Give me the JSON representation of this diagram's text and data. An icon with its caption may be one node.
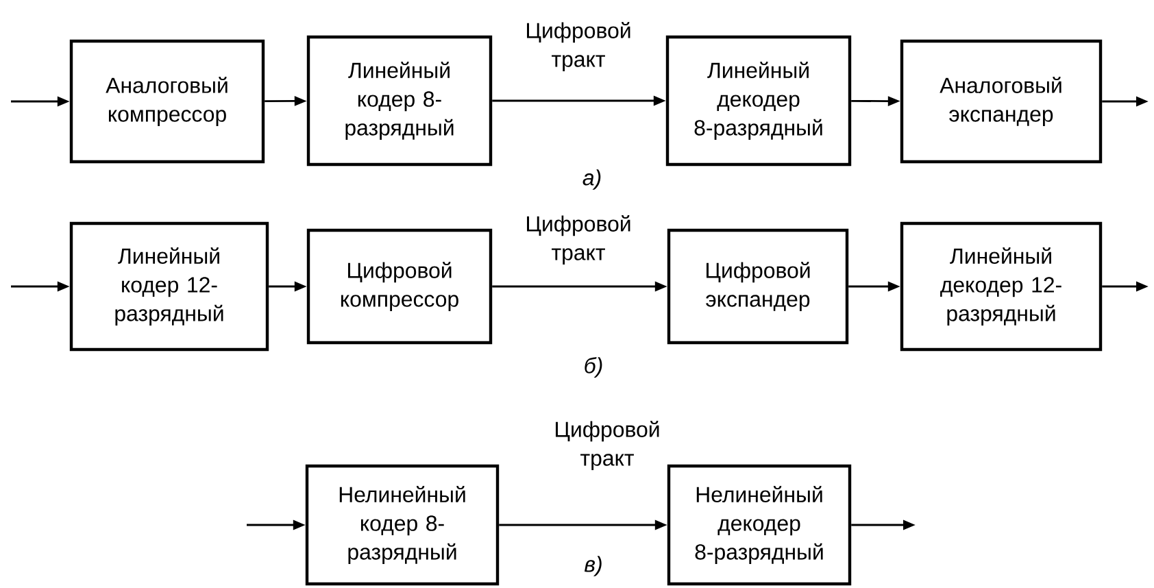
{
  "diagram": {
    "nodes": [
      {
        "text": [
          "Аналоговый компрессор"
        ]
      },
      {
        "text": [
          "Линейный кодер 8-разрядный"
        ]
      },
      {
        "text": [
          "Линейный декодер 8-разрядный"
        ]
      },
      {
        "text": [
          "Аналоговый экспандер"
        ]
      },
      {
        "text": [
          "Линейный кодер 12-разрядный"
        ]
      },
      {
        "text": [
          "Цифровой компрессор"
        ]
      },
      {
        "text": [
          "Цифровой экспандер"
        ]
      },
      {
        "text": [
          "Линейный декодер 12-разрядный"
        ]
      },
      {
        "text": [
          "Нелинейный кодер 8-разрядный"
        ]
      },
      {
        "text": [
          "Нелинейный декодер 8-разрядный"
        ]
      }
    ],
    "edges": [
      {
        "from": null,
        "to": 0,
        "arrow": "to"
      },
      {
        "from": 0,
        "to": 1,
        "arrow": "to"
      },
      {
        "from": 1,
        "to": 2,
        "arrow": "to",
        "label": "Цифровой тракт"
      },
      {
        "from": 2,
        "to": 3,
        "arrow": "to"
      },
      {
        "from": 3,
        "to": null,
        "arrow": "to"
      },
      {
        "from": null,
        "to": 4,
        "arrow": "to"
      },
      {
        "from": 4,
        "to": 5,
        "arrow": "to"
      },
      {
        "from": 5,
        "to": 6,
        "arrow": "to",
        "label": "Цифровой тракт"
      },
      {
        "from": 6,
        "to": 7,
        "arrow": "to"
      },
      {
        "from": 7,
        "to": null,
        "arrow": "to"
      },
      {
        "from": null,
        "to": 8,
        "arrow": "to"
      },
      {
        "from": 8,
        "to": 9,
        "arrow": "to",
        "label": "Цифровой тракт"
      },
      {
        "from": 9,
        "to": null,
        "arrow": "to"
      }
    ],
    "labels": [
      "а)",
      "б)",
      "в)"
    ]
  }
}
